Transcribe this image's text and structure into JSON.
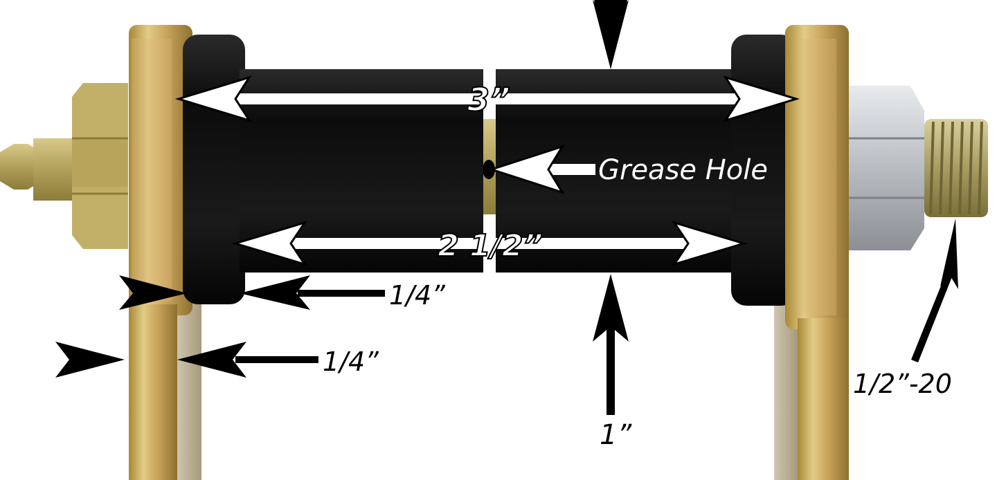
{
  "labels": {
    "overall_length": "3”",
    "grease_hole": "Grease Hole",
    "bushing_length": "2 1/2”",
    "flange_thickness": "1/4”",
    "plate_thickness": "1/4”",
    "bushing_diameter": "1”",
    "thread_size": "1/2”-20"
  },
  "colors": {
    "plate": "#c9a85a",
    "plate_shadow": "#9b7d3a",
    "bushing": "#141414",
    "bolt_silver": "#c8ccd0",
    "arrow_white": "#ffffff",
    "arrow_black": "#000000"
  }
}
